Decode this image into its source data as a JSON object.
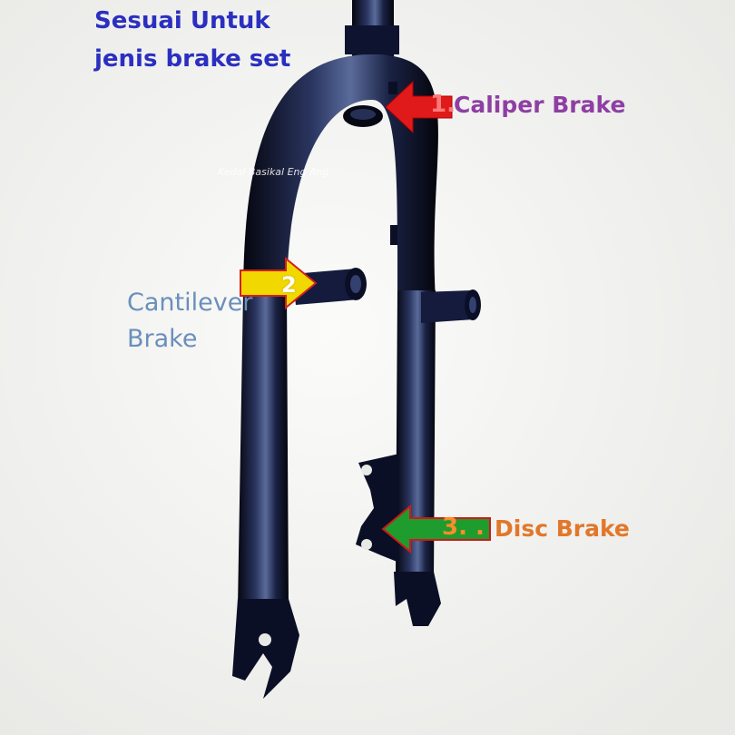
{
  "title_lines": [
    "Sesuai Untuk",
    "jenis brake set"
  ],
  "watermark": "Kedai Basikal Eng Ang",
  "callouts": {
    "caliper": {
      "number": "1.",
      "label": "Caliper Brake",
      "arrow_color": "#e01a1a",
      "text_color": "#8e3fa3"
    },
    "cantilever": {
      "number": "2",
      "label_lines": [
        "Cantilever",
        "Brake"
      ],
      "arrow_color": "#f0d800",
      "text_color": "#6a8fbb"
    },
    "disc": {
      "number": "3. .",
      "label": "Disc Brake",
      "arrow_color": "#1f9c2e",
      "text_color": "#e2772a"
    }
  },
  "colors": {
    "fork": "#111833",
    "title": "#2b2fc0"
  }
}
